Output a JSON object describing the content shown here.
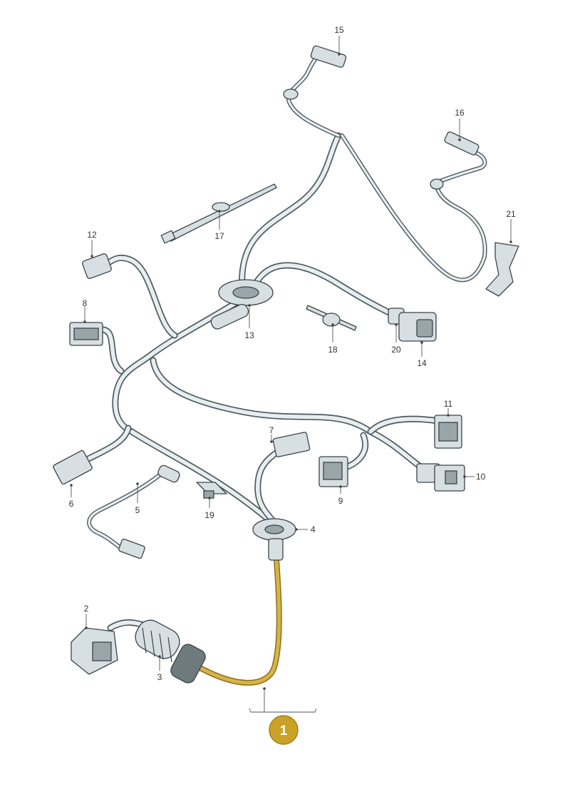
{
  "callouts": {
    "c1": "1",
    "c2": "2",
    "c3": "3",
    "c4": "4",
    "c5": "5",
    "c6": "6",
    "c7": "7",
    "c8": "8",
    "c9": "9",
    "c10": "10",
    "c11": "11",
    "c12": "12",
    "c13": "13",
    "c14": "14",
    "c15": "15",
    "c16": "16",
    "c17": "17",
    "c18": "18",
    "c19": "19",
    "c20": "20",
    "c21": "21"
  },
  "colors": {
    "highlight_cable": "#d9b347",
    "badge_fill": "#c9a227",
    "wire_outline": "#4d5a60",
    "part_fill": "#d7dfe3"
  }
}
